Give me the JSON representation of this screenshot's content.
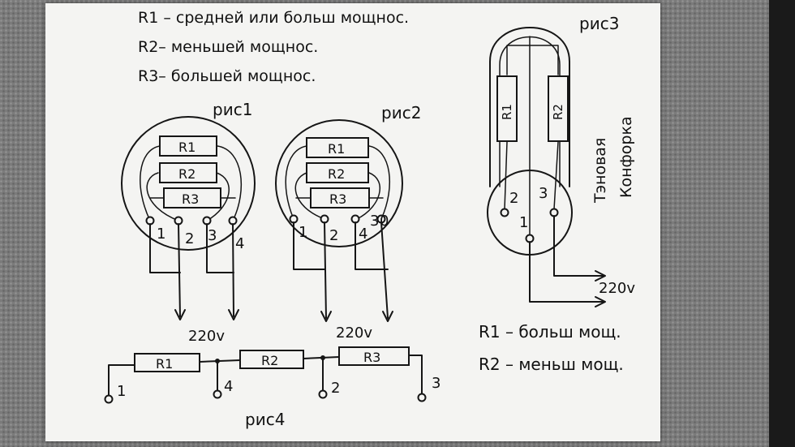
{
  "legend_top": {
    "r1": "R1 – средней или больш мощнос.",
    "r2": "R2– меньшей мощнос.",
    "r3": "R3– большей мощнос."
  },
  "fig1": {
    "title": "рис1",
    "resistors": [
      "R1",
      "R2",
      "R3"
    ],
    "pins": [
      "1",
      "2",
      "3",
      "4"
    ]
  },
  "fig2": {
    "title": "рис2",
    "resistors": [
      "R1",
      "R2",
      "R3"
    ],
    "pins": [
      "1",
      "2",
      "4",
      "3",
      "0"
    ]
  },
  "fig3": {
    "title": "рис3",
    "resistors": [
      "R1",
      "R2"
    ],
    "pins": [
      "2",
      "3",
      "1"
    ],
    "side_label_line1": "Тэновая",
    "side_label_line2": "Конфорка",
    "voltage": "220v"
  },
  "fig4": {
    "title": "рис4",
    "resistors": [
      "R1",
      "R2",
      "R3"
    ],
    "pins": [
      "1",
      "4",
      "2",
      "3"
    ],
    "voltage_left": "220v",
    "voltage_right": "220v"
  },
  "legend_bottom": {
    "r1": "R1 – больш мощ.",
    "r2": "R2 – меньш мощ."
  }
}
